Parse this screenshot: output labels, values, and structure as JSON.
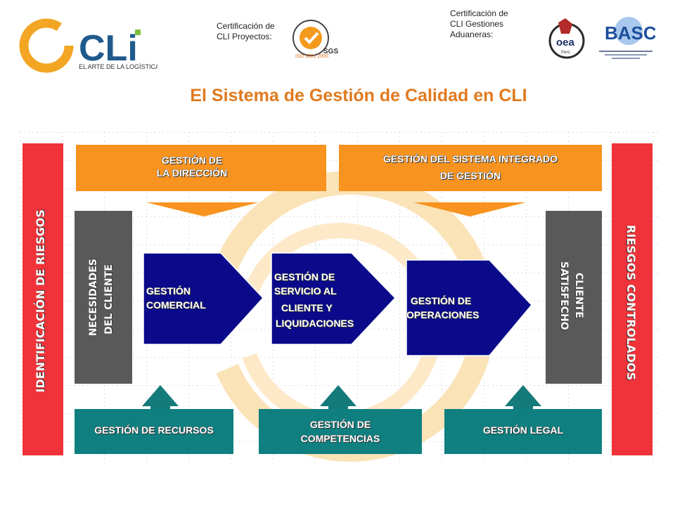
{
  "header": {
    "logo_text": "CLi",
    "logo_tagline": "EL ARTE DE LA LOGÍSTICA",
    "cert_proyectos_label": "Certificación de\nCLI Proyectos:",
    "cert_aduaneras_label": "Certificación de\nCLI Gestiones\nAduaneras:",
    "iso_seal_text": "ISO 9001 2000",
    "sgs_text": "SGS",
    "oea_text": "oea",
    "oea_country": "Perú",
    "basc_text": "BASC"
  },
  "title": "El Sistema de Gestión de Calidad en CLI",
  "diagram": {
    "left_bar": "IDENTIFICACIÓN DE RIESGOS",
    "right_bar": "RIESGOS CONTROLADOS",
    "top_left": [
      "GESTIÓN DE",
      "LA DIRECCIÓN"
    ],
    "top_right": [
      "GESTIÓN DEL SISTEMA INTEGRADO",
      "DE GESTIÓN"
    ],
    "left_gray": [
      "NECESIDADES",
      "DEL CLIENTE"
    ],
    "right_gray": [
      "CLIENTE",
      "SATISFECHO"
    ],
    "process_1": [
      "GESTIÓN",
      "COMERCIAL"
    ],
    "process_2": [
      "GESTIÓN DE",
      "SERVICIO AL",
      "CLIENTE Y",
      "LIQUIDACIONES"
    ],
    "process_3": [
      "GESTIÓN DE",
      "OPERACIONES"
    ],
    "bottom_1": "GESTIÓN DE RECURSOS",
    "bottom_2": [
      "GESTIÓN DE",
      "COMPETENCIAS"
    ],
    "bottom_3": "GESTIÓN LEGAL",
    "colors": {
      "red": "#f0333a",
      "orange": "#f7931e",
      "gray": "#595959",
      "navy": "#0a0a8a",
      "teal": "#0f7f7f",
      "title": "#e07a1f"
    }
  }
}
